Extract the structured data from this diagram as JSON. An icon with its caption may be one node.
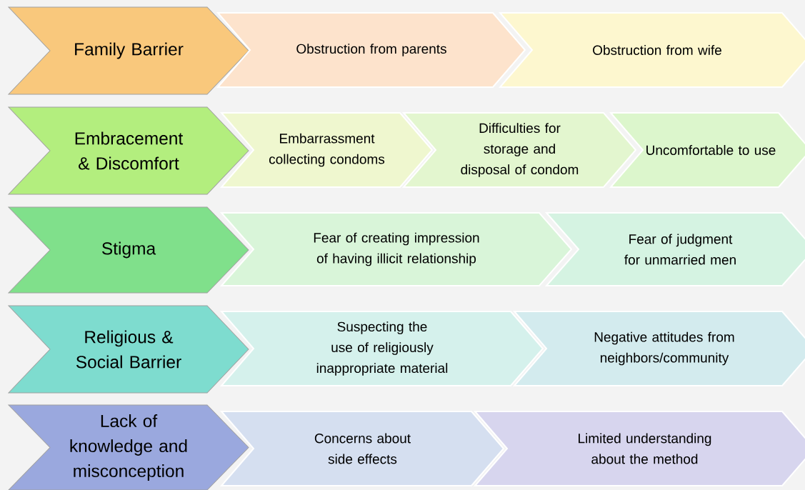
{
  "diagram": {
    "nodes": [
      {
        "text": [
          "Family Barrier"
        ]
      },
      {
        "text": [
          "Obstruction from parents"
        ]
      },
      {
        "text": [
          "Obstruction from wife"
        ]
      },
      {
        "text": [
          "Embracement & Discomfort"
        ]
      },
      {
        "text": [
          "Embarrassment collecting condoms"
        ]
      },
      {
        "text": [
          "Difficulties for storage and disposal of condom"
        ]
      },
      {
        "text": [
          "Uncomfortable to use"
        ]
      },
      {
        "text": [
          "Stigma"
        ]
      },
      {
        "text": [
          "Fear of creating impression of having illicit relationship"
        ]
      },
      {
        "text": [
          "Fear of judgment for unmarried men"
        ]
      },
      {
        "text": [
          "Religious & Social Barrier"
        ]
      },
      {
        "text": [
          "Suspecting the use of religiously inappropriate material"
        ]
      },
      {
        "text": [
          "Negative attitudes from neighbors/community"
        ]
      },
      {
        "text": [
          "Lack of knowledge and misconception"
        ]
      },
      {
        "text": [
          "Concerns about side effects"
        ]
      },
      {
        "text": [
          "Limited understanding about the method"
        ]
      }
    ]
  }
}
